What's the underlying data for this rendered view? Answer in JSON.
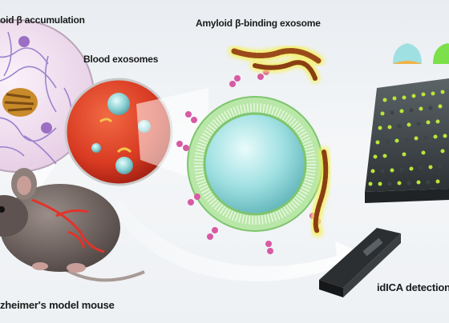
{
  "labels": {
    "amyloid_accumulation": "oid β accumulation",
    "blood_exosomes": "Blood exosomes",
    "binding_exosome": "Amyloid β-binding exosome",
    "model_mouse": "zheimer's model mouse",
    "detection": "idICA detection"
  },
  "colors": {
    "background": "#eef1f4",
    "brain_tissue": "#f2e3f1",
    "amyloid_plaque": "#c88a2a",
    "blood": "#e0442a",
    "exosome_core": "#8fd6d8",
    "membrane": "#9fd79a",
    "antibody": "#d85aa3",
    "chip_dot": "#b8e63a",
    "mouse": "#6a5f5c"
  }
}
